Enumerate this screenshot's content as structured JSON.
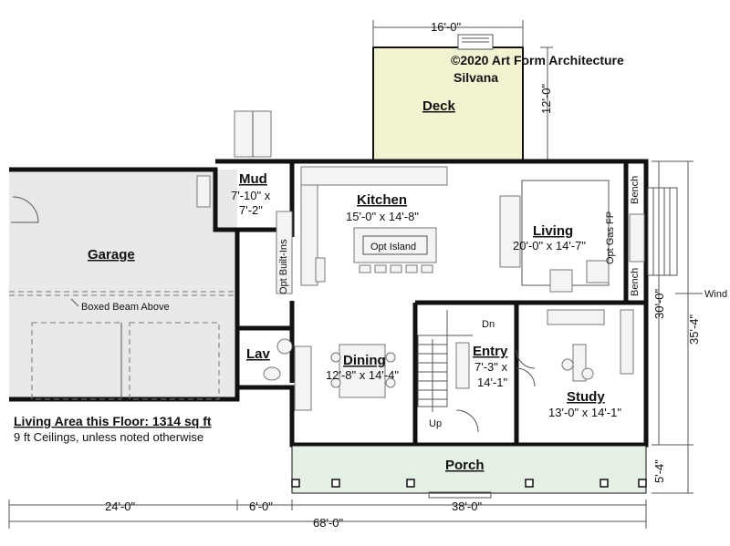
{
  "title": {
    "copyright": "©2020 Art Form Architecture",
    "plan_name": "Silvana"
  },
  "rooms": {
    "deck": {
      "name": "Deck"
    },
    "mud": {
      "name": "Mud",
      "size_line1": "7'-10\" x",
      "size_line2": "7'-2\""
    },
    "kitchen": {
      "name": "Kitchen",
      "size": "15'-0\" x 14'-8\""
    },
    "living": {
      "name": "Living",
      "size": "20'-0\" x 14'-7\""
    },
    "garage": {
      "name": "Garage"
    },
    "dining": {
      "name": "Dining",
      "size": "12'-8\" x 14'-4\""
    },
    "entry": {
      "name": "Entry",
      "size_line1": "7'-3\" x",
      "size_line2": "14'-1\""
    },
    "study": {
      "name": "Study",
      "size": "13'-0\" x 14'-1\""
    },
    "lav": {
      "name": "Lav"
    },
    "porch": {
      "name": "Porch"
    }
  },
  "annotations": {
    "opt_island": "Opt Island",
    "opt_builtins": "Opt Built-Ins",
    "opt_gas_fp": "Opt Gas FP",
    "bench_top": "Bench",
    "bench_bottom": "Bench",
    "boxed_beam": "Boxed Beam Above",
    "stair_dn": "Dn",
    "stair_up": "Up",
    "wind": "Wind"
  },
  "dimensions": {
    "deck_width": "16'-0\"",
    "deck_depth": "12'-0\"",
    "right_upper": "30'-0\"",
    "right_total": "35'-4\"",
    "right_lower": "5'-4\"",
    "bottom_garage": "24'-0\"",
    "bottom_mid": "6'-0\"",
    "bottom_house": "38'-0\"",
    "bottom_total": "68'-0\""
  },
  "info": {
    "living_area": "Living Area this Floor: 1314 sq ft",
    "ceilings": "9 ft Ceilings, unless noted otherwise"
  },
  "colors": {
    "deck_fill": "#f3f3d2",
    "porch_fill": "#e6f1e6",
    "garage_fill": "#e9e9e9",
    "wall": "#111111"
  }
}
